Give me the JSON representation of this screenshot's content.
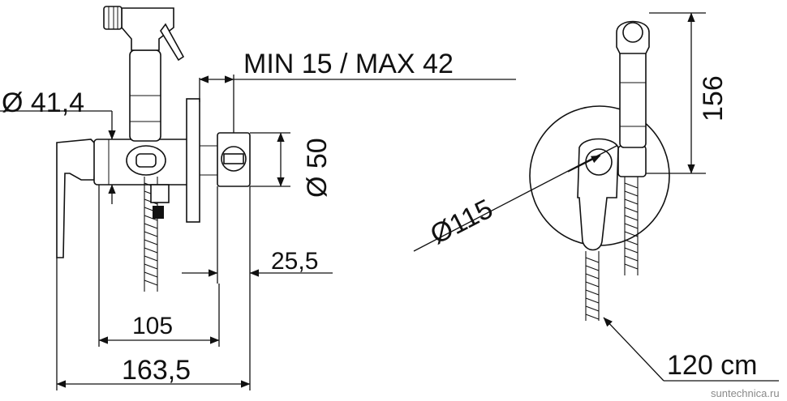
{
  "dimensions": {
    "min_max": "MIN 15 / MAX 42",
    "dia_body": "Ø 41,4",
    "dia_flange": "Ø 50",
    "offset": "25,5",
    "len_105": "105",
    "len_total": "163,5",
    "dia_plate": "Ø115",
    "height": "156",
    "hose_len": "120 cm"
  },
  "watermark": "suntechnica.ru"
}
